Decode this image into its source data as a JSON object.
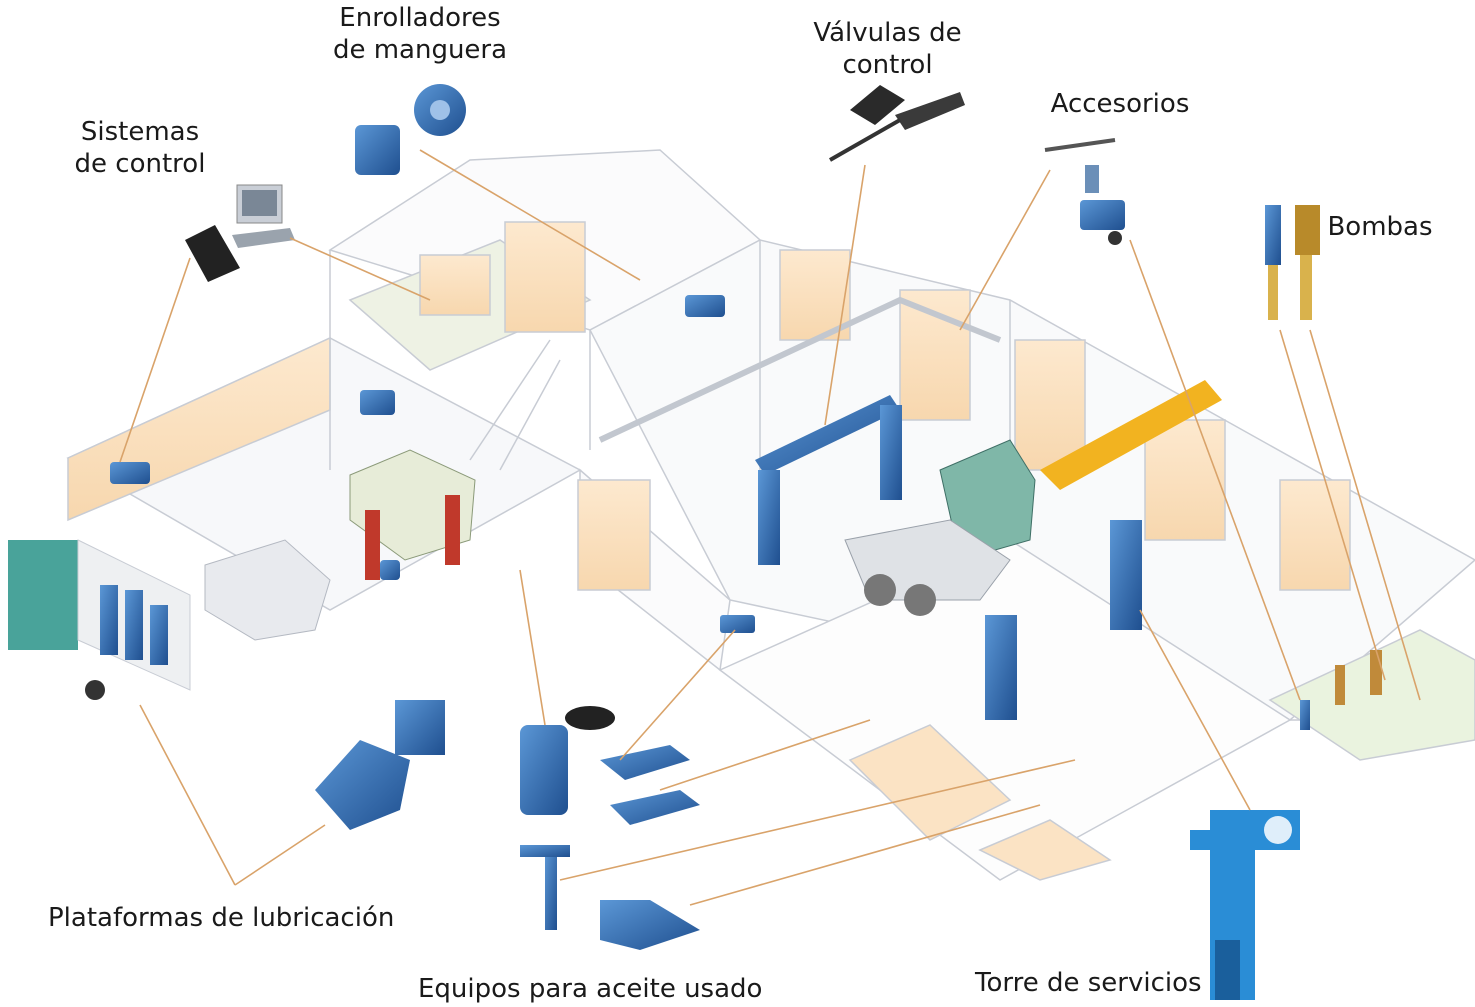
{
  "labels": {
    "enrolladores": [
      "Enrolladores",
      "de manguera"
    ],
    "valvulas": [
      "Válvulas de",
      "control"
    ],
    "accesorios": "Accesorios",
    "sistemas": [
      "Sistemas",
      "de control"
    ],
    "bombas": "Bombas",
    "plataformas": "Plataformas de lubricación",
    "equipos": "Equipos para aceite usado",
    "torre": "Torre de servicios"
  },
  "colors": {
    "equipment_blue": "#2d6cb5",
    "floor_peach": "#fbe3c4",
    "wall_line": "#c8ccd4",
    "leader_line": "#d9a36a",
    "truck_teal": "#49a39a",
    "boom_yellow": "#f2b320"
  },
  "icons": [
    "hose-reel-icon",
    "control-valve-icon",
    "accessory-cart-icon",
    "pump-icon",
    "control-terminal-icon",
    "lube-truck-icon",
    "oil-drain-icon",
    "service-tower-icon"
  ]
}
